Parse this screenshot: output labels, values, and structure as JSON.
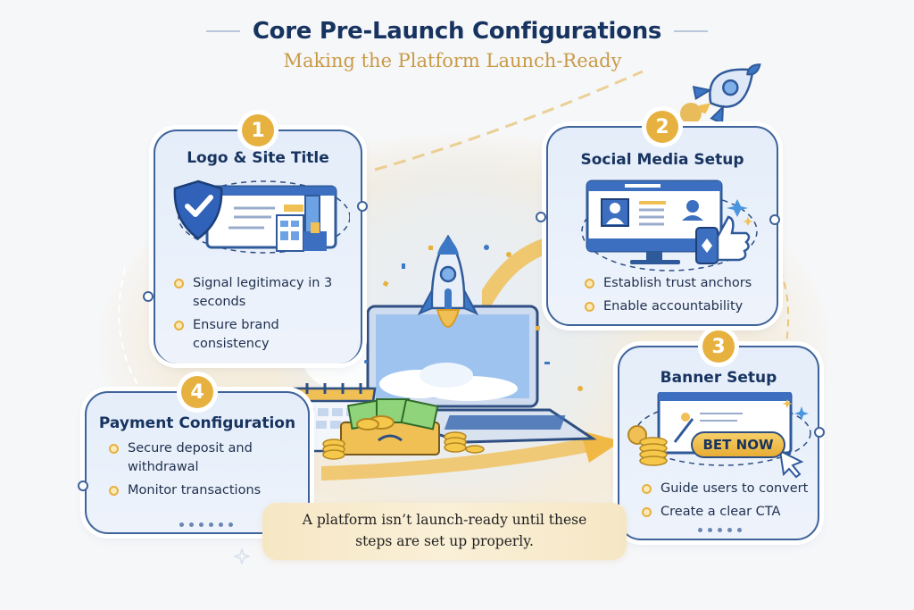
{
  "header": {
    "title": "Core Pre-Launch Configurations",
    "subtitle": "Making the Platform Launch-Ready"
  },
  "colors": {
    "navy": "#17335f",
    "gold": "#e6b13f",
    "subtitle_gold": "#c99a47",
    "card_border": "#3e639a",
    "card_bg": "#e4edf9",
    "page_bg": "#f6f7f9"
  },
  "cards": [
    {
      "number": "1",
      "title": "Logo & Site Title",
      "illustration": "shield-browser-buildings-icon",
      "bullets": [
        "Signal legitimacy in 3 seconds",
        "Ensure brand consistency"
      ]
    },
    {
      "number": "2",
      "title": "Social Media Setup",
      "illustration": "monitor-profile-thumbs-up-icon",
      "bullets": [
        "Establish trust anchors",
        "Enable accountability"
      ]
    },
    {
      "number": "3",
      "title": "Banner Setup",
      "illustration": "banner-bet-now-cursor-icon",
      "button_label": "BET NOW",
      "bullets": [
        "Guide users to convert",
        "Create a clear CTA"
      ]
    },
    {
      "number": "4",
      "title": "Payment Configuration",
      "illustration": "wallet-coins-icon",
      "bullets": [
        "Secure deposit and withdrawal",
        "Monitor transactions"
      ]
    }
  ],
  "center_illustration": "laptop-rocket-calendar-cash-icon",
  "corner_illustration": "rocket-icon",
  "footer_note": {
    "line1": "A platform isn’t launch-ready until these",
    "line2": "steps are set up properly."
  }
}
